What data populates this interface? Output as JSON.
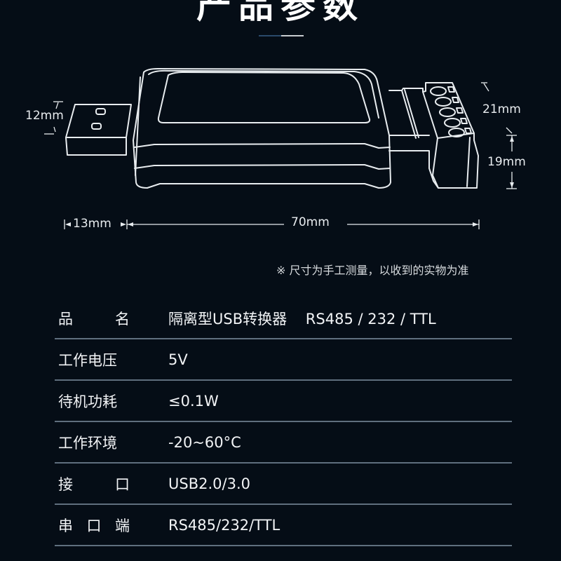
{
  "header": {
    "title": "产品参数"
  },
  "drawing": {
    "device": "isolated-usb-converter-outline",
    "dimensions": {
      "usb_height": "12mm",
      "usb_length": "13mm",
      "body_length": "70mm",
      "terminal_height": "21mm",
      "body_height": "19mm"
    }
  },
  "note": "※ 尺寸为手工测量，以收到的实物为准",
  "specs": [
    {
      "label_chars": [
        "品",
        "名"
      ],
      "value": "隔离型USB转换器    RS485 / 232 / TTL"
    },
    {
      "label_chars": [
        "工作电压"
      ],
      "value": "5V"
    },
    {
      "label_chars": [
        "待机功耗"
      ],
      "value": "≤0.1W"
    },
    {
      "label_chars": [
        "工作环境"
      ],
      "value": "-20~60°C"
    },
    {
      "label_chars": [
        "接",
        "口"
      ],
      "value": "USB2.0/3.0"
    },
    {
      "label_chars": [
        "串",
        "口",
        "端"
      ],
      "value": "RS485/232/TTL"
    }
  ],
  "colors": {
    "background": "#050d16",
    "line": "#e8ecef",
    "divider": "#5f6f7e",
    "accent_blue": "#2a4a6b"
  }
}
